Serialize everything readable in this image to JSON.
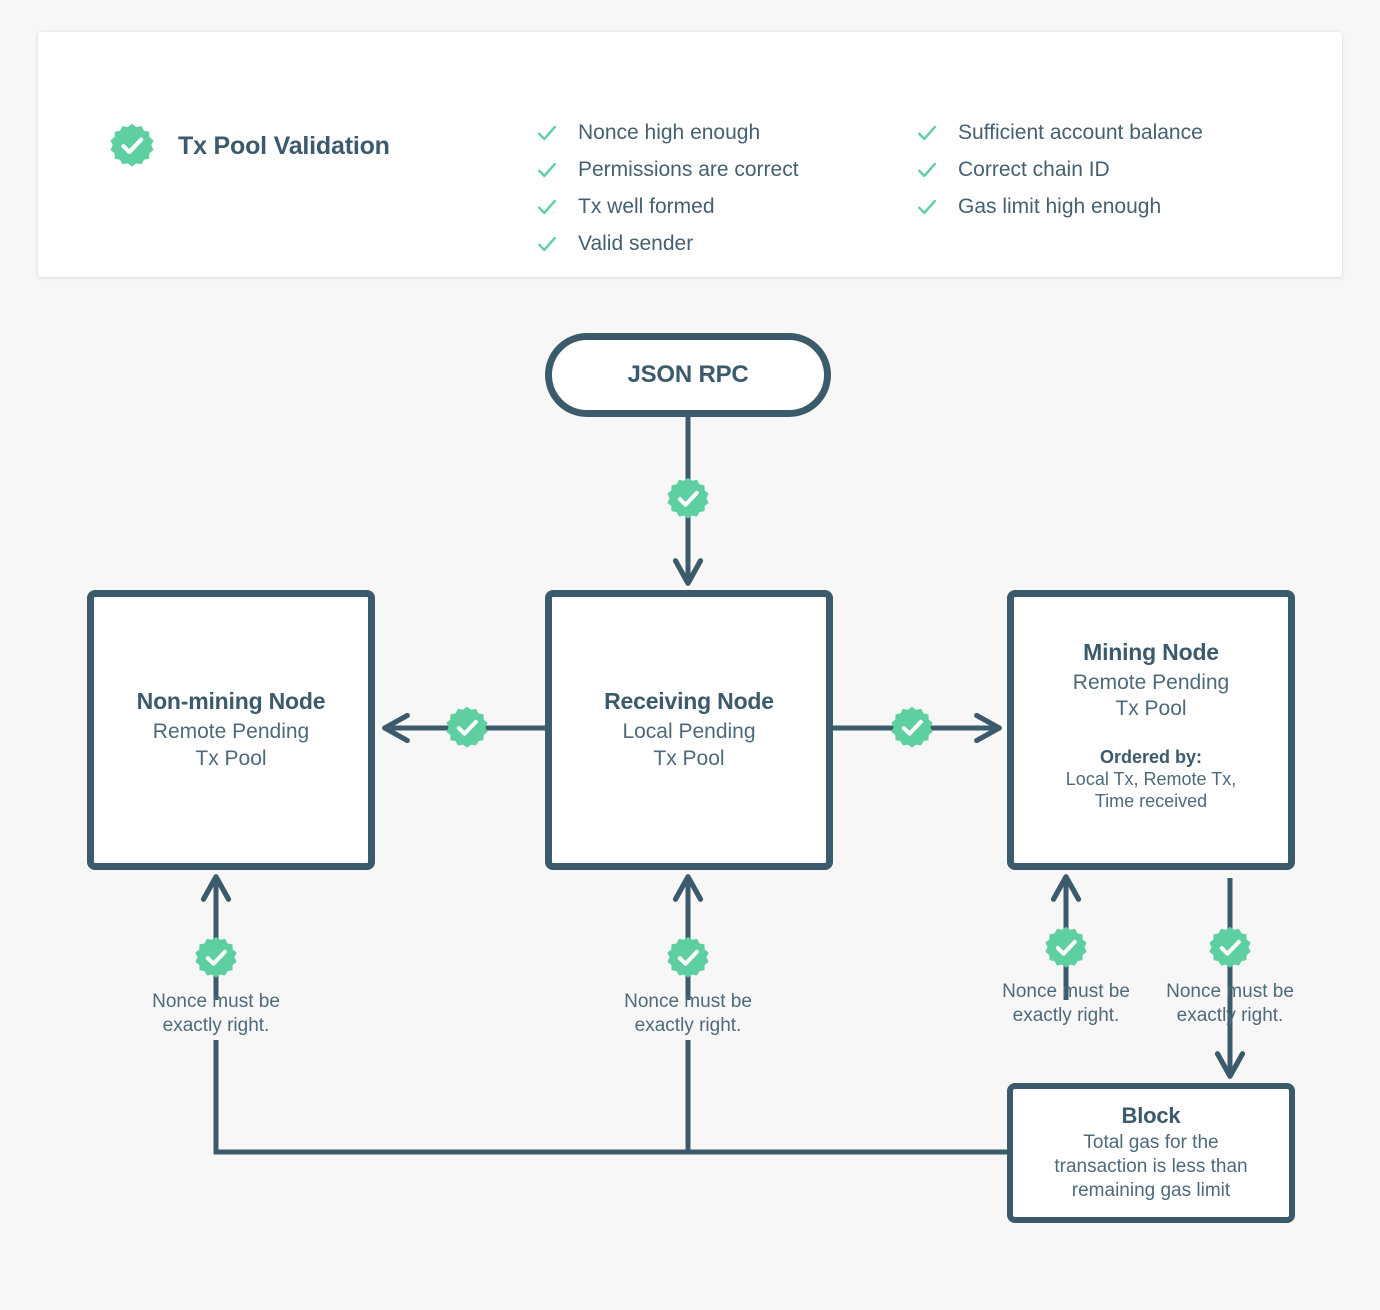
{
  "page": {
    "background": "#f7f7f7",
    "ink": "#3b5a6b",
    "accent": "#5ecfa0"
  },
  "validation_card": {
    "badge_icon": "check-badge-icon",
    "title": "Tx Pool Validation",
    "checks_left": [
      "Nonce high enough",
      "Permissions are correct",
      "Tx well formed",
      "Valid sender"
    ],
    "checks_right": [
      "Sufficient account balance",
      "Correct chain ID",
      "Gas limit high enough"
    ]
  },
  "flow": {
    "json_rpc": {
      "title": "JSON RPC"
    },
    "non_mining_node": {
      "title": "Non-mining Node",
      "subtitle": "Remote Pending\nTx Pool"
    },
    "receiving_node": {
      "title": "Receiving Node",
      "subtitle": "Local Pending\nTx Pool"
    },
    "mining_node": {
      "title": "Mining Node",
      "subtitle": "Remote Pending\nTx Pool",
      "ordered_label": "Ordered by:",
      "ordered_value": "Local Tx, Remote Tx,\nTime received"
    },
    "block": {
      "title": "Block",
      "subtitle": "Total gas for the\ntransaction is less than\nremaining gas limit"
    },
    "notes": [
      "Nonce must be\nexactly right.",
      "Nonce must be\nexactly right.",
      "Nonce must be\nexactly right.",
      "Nonce must be\nexactly right."
    ],
    "badge_icon": "check-badge-icon"
  }
}
